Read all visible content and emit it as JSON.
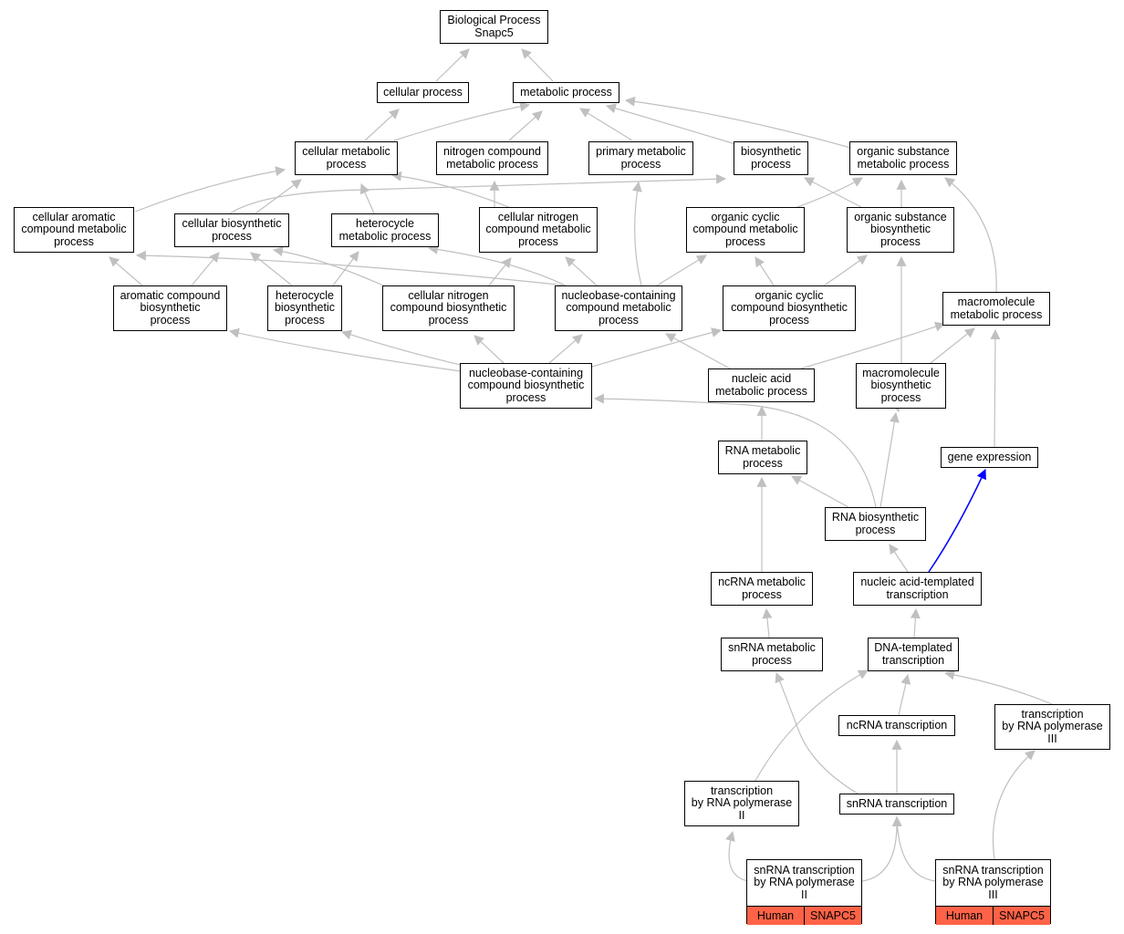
{
  "colors": {
    "edge": "#c0c0c0",
    "highlight_edge": "#0000ff",
    "tag_fill": "#ff6347"
  },
  "nodes": {
    "bp": "Biological Process\nSnapc5",
    "cellular_process": "cellular process",
    "metabolic_process": "metabolic process",
    "cellular_metabolic": "cellular metabolic\nprocess",
    "nitrogen_compound_metabolic": "nitrogen compound\nmetabolic process",
    "primary_metabolic": "primary metabolic\nprocess",
    "biosynthetic": "biosynthetic\nprocess",
    "organic_substance_metabolic": "organic substance\nmetabolic process",
    "cellular_aromatic": "cellular aromatic\ncompound metabolic\nprocess",
    "cellular_biosynthetic": "cellular biosynthetic\nprocess",
    "heterocycle_metabolic": "heterocycle\nmetabolic process",
    "cellular_nitrogen_metabolic": "cellular nitrogen\ncompound metabolic\nprocess",
    "organic_cyclic_metabolic": "organic cyclic\ncompound metabolic\nprocess",
    "organic_substance_biosynthetic": "organic substance\nbiosynthetic\nprocess",
    "aromatic_biosynthetic": "aromatic compound\nbiosynthetic\nprocess",
    "heterocycle_biosynthetic": "heterocycle\nbiosynthetic\nprocess",
    "cellular_nitrogen_biosynthetic": "cellular nitrogen\ncompound biosynthetic\nprocess",
    "nucleobase_metabolic": "nucleobase-containing\ncompound metabolic\nprocess",
    "organic_cyclic_biosynthetic": "organic cyclic\ncompound biosynthetic\nprocess",
    "macromolecule_metabolic": "macromolecule\nmetabolic process",
    "nucleobase_biosynthetic": "nucleobase-containing\ncompound biosynthetic\nprocess",
    "nucleic_acid_metabolic": "nucleic acid\nmetabolic process",
    "macromolecule_biosynthetic": "macromolecule\nbiosynthetic\nprocess",
    "rna_metabolic": "RNA metabolic\nprocess",
    "gene_expression": "gene expression",
    "rna_biosynthetic": "RNA biosynthetic\nprocess",
    "ncrna_metabolic": "ncRNA metabolic\nprocess",
    "nucleic_templated": "nucleic acid-templated\ntranscription",
    "snrna_metabolic": "snRNA metabolic\nprocess",
    "dna_templated": "DNA-templated\ntranscription",
    "ncrna_transcription": "ncRNA transcription",
    "pol3": "transcription\nby RNA polymerase\nIII",
    "pol2": "transcription\nby RNA polymerase\nII",
    "snrna_transcription": "snRNA transcription"
  },
  "leaves": {
    "snrna_pol2": {
      "label": "snRNA transcription\nby RNA polymerase\nII",
      "species": "Human",
      "gene": "SNAPC5"
    },
    "snrna_pol3": {
      "label": "snRNA transcription\nby RNA polymerase\nIII",
      "species": "Human",
      "gene": "SNAPC5"
    }
  }
}
